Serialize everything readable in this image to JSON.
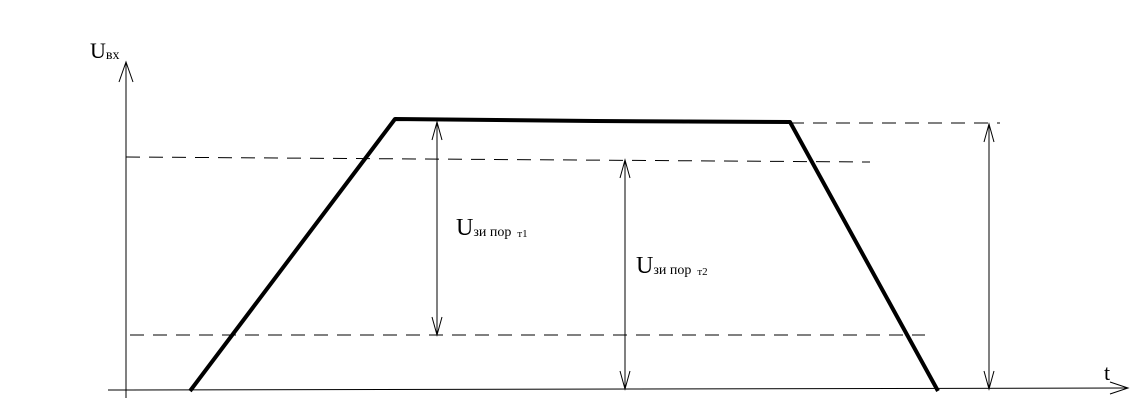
{
  "labels": {
    "y_axis_main": "U",
    "y_axis_sub": "вх",
    "x_axis": "t",
    "threshold1_main": "U",
    "threshold1_sub": "зи пор",
    "threshold1_index": "т1",
    "threshold2_main": "U",
    "threshold2_sub": "зи пор",
    "threshold2_index": "т2"
  }
}
